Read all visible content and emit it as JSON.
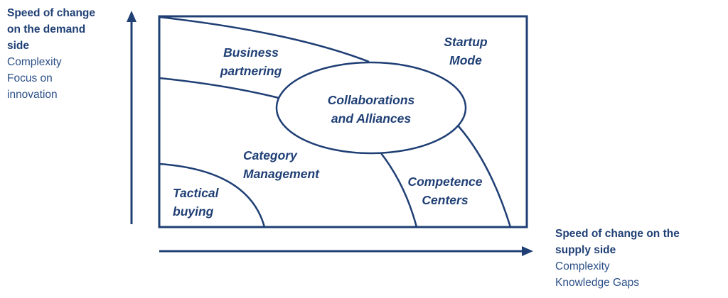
{
  "y_axis": {
    "title_lines": [
      "Speed of change",
      "on the demand",
      "side"
    ],
    "detail_lines": [
      "Complexity",
      "Focus on",
      "innovation"
    ]
  },
  "x_axis": {
    "title_lines": [
      "Speed of change on the",
      "supply side"
    ],
    "detail_lines": [
      "Complexity",
      "Knowledge Gaps"
    ]
  },
  "regions": {
    "business_partnering": [
      "Business",
      "partnering"
    ],
    "startup_mode": [
      "Startup",
      "Mode"
    ],
    "collaborations": [
      "Collaborations",
      "and Alliances"
    ],
    "category_management": [
      "Category",
      "Management"
    ],
    "competence_centers": [
      "Competence",
      "Centers"
    ],
    "tactical_buying": [
      "Tactical",
      "buying"
    ]
  },
  "colors": {
    "line": "#1f3f75",
    "text": "#1f3f75"
  }
}
